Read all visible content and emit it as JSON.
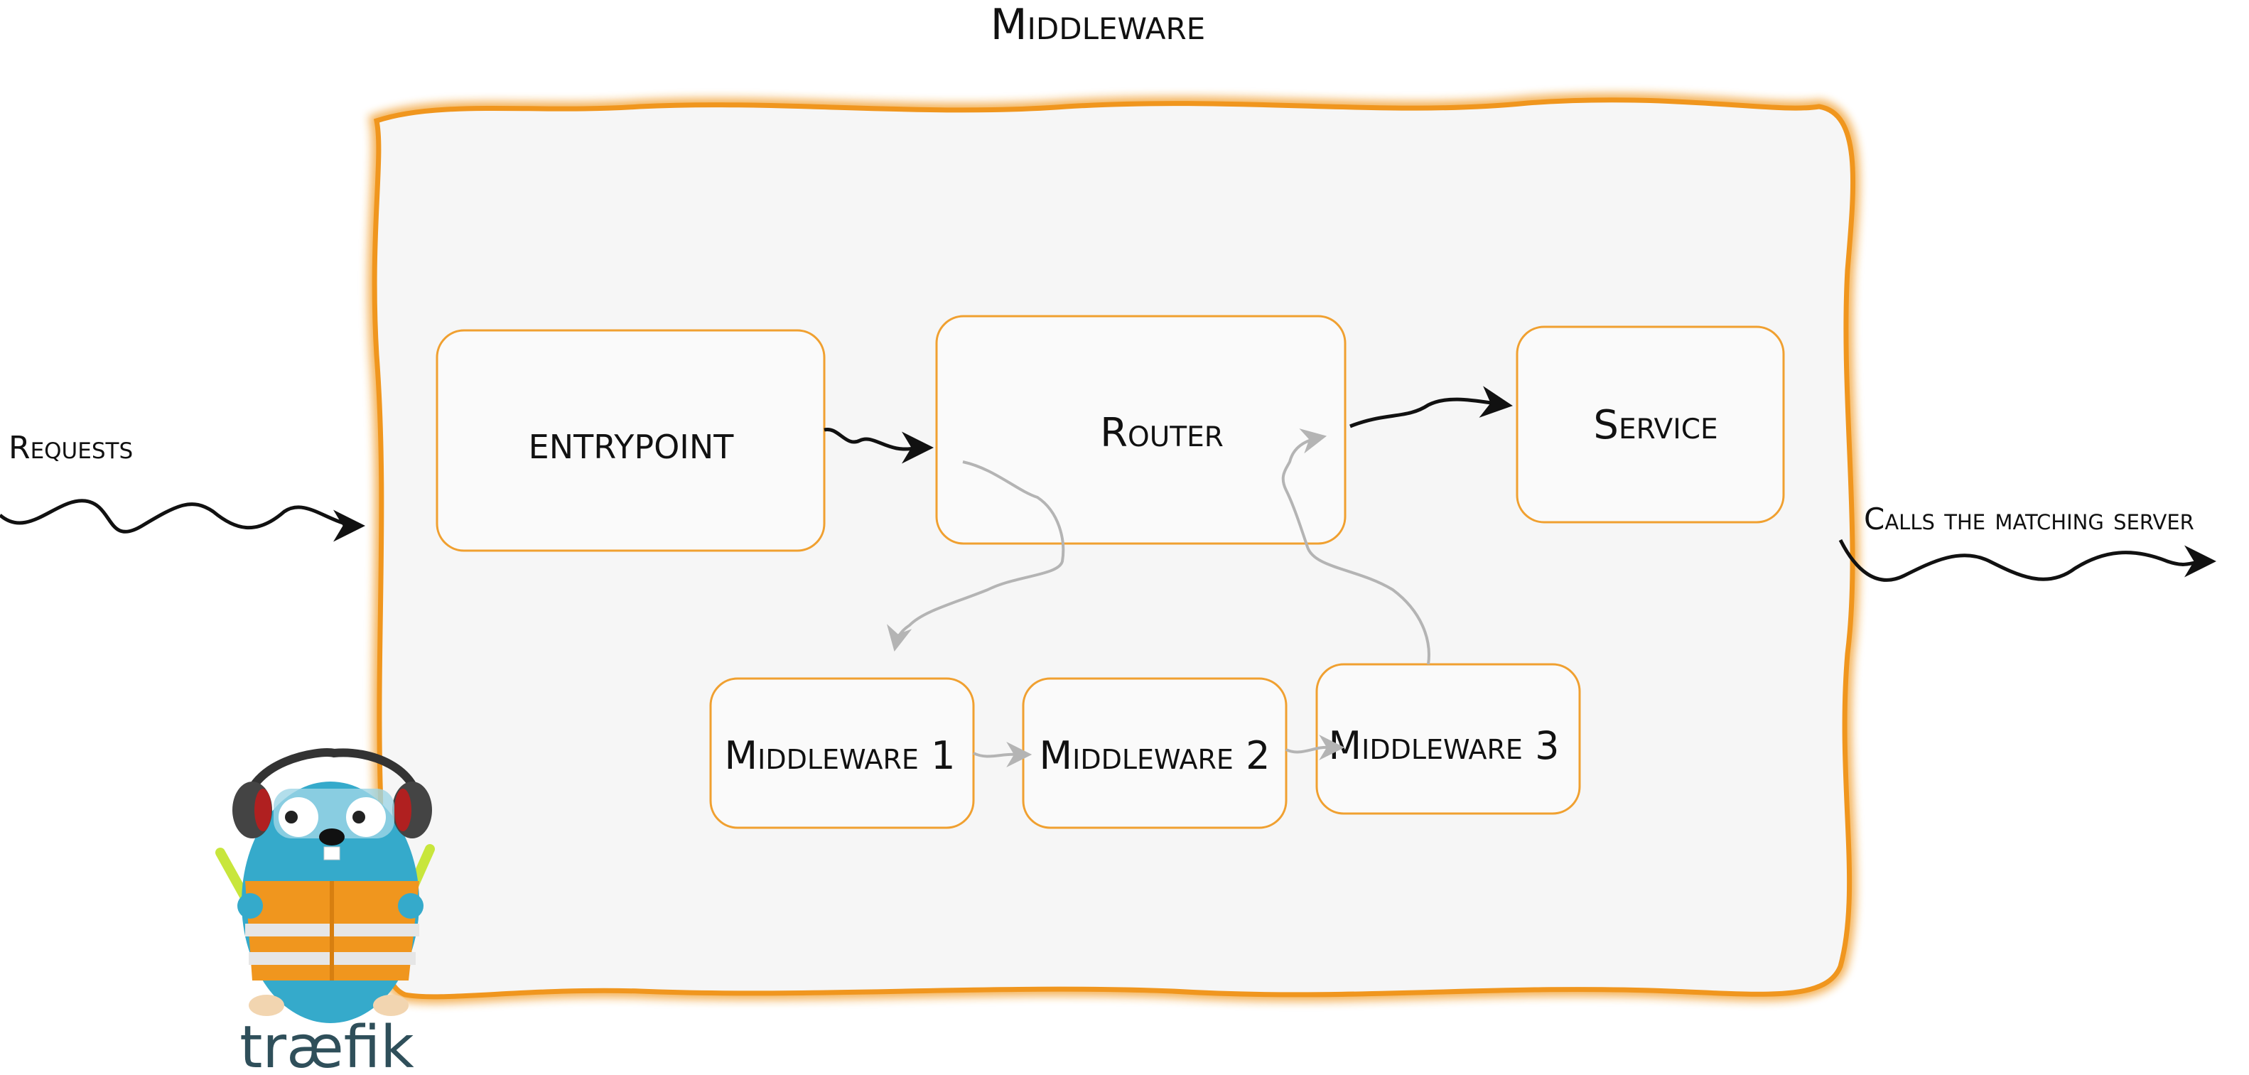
{
  "title": "Middleware",
  "labels": {
    "requests": "Requests",
    "calls": "Calls the matching server"
  },
  "nodes": {
    "entrypoint": "ENTRYPOINT",
    "router": "Router",
    "service": "Service",
    "middleware1": "Middleware 1",
    "middleware2": "Middleware 2",
    "middleware3": "Middleware 3"
  },
  "logo": {
    "text": "træfik"
  },
  "colors": {
    "frame_border": "#f0961e",
    "frame_fill": "#f6f6f6",
    "box_border": "#f0a030",
    "box_fill": "#fafafa",
    "arrow_main": "#111111",
    "arrow_secondary": "#b4b4b4",
    "mascot_body": "#35aacb",
    "mascot_vest": "#f0961e"
  },
  "icons": [
    "traefik-gopher-mascot-icon"
  ]
}
